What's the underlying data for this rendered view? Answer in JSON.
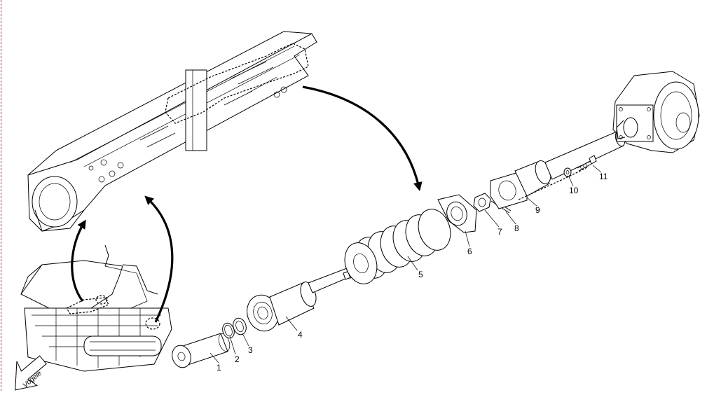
{
  "callouts": [
    "1",
    "2",
    "3",
    "4",
    "5",
    "6",
    "7",
    "8",
    "9",
    "10",
    "11"
  ],
  "brand_text": "Vögele",
  "colors": {
    "ink": "#000000",
    "paper": "#ffffff",
    "margin_line": "#a0301f"
  }
}
